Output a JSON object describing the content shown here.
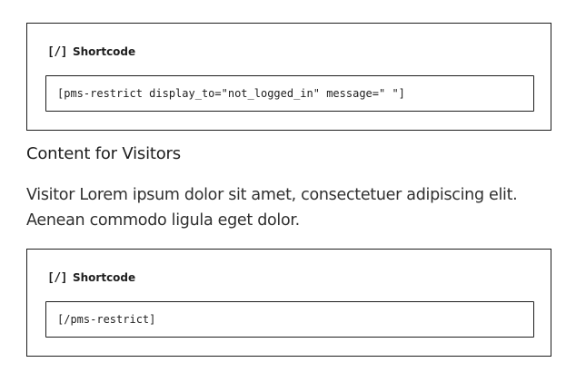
{
  "block1": {
    "icon": "[/]",
    "icon_name": "shortcode-icon",
    "label": "Shortcode",
    "value": "[pms-restrict display_to=\"not_logged_in\" message=\" \"]"
  },
  "heading": "Content for Visitors",
  "paragraph": {
    "line1": "Visitor Lorem ipsum dolor sit amet, consectetuer adipiscing elit.",
    "line2": "Aenean commodo ligula eget dolor."
  },
  "block2": {
    "icon": "[/]",
    "icon_name": "shortcode-icon",
    "label": "Shortcode",
    "value": "[/pms-restrict]"
  },
  "colors": {
    "border": "#1e1e1e",
    "text": "#1e1e1e",
    "paragraph_text": "#2f2f2f",
    "background": "#ffffff"
  }
}
